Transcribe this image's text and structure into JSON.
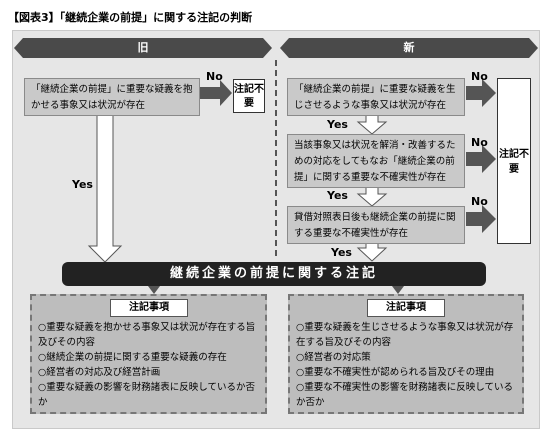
{
  "title": "【図表3】「継続企業の前提」に関する注記の判断",
  "headers": {
    "old": "旧",
    "new": "新"
  },
  "old": {
    "question": "「継続企業の前提」に重要な疑義を抱かせる事象又は状況が存在",
    "no": "No",
    "result": "注記不要",
    "yes": "Yes"
  },
  "new": {
    "q1": "「継続企業の前提」に重要な疑義を生じさせるような事象又は状況が存在",
    "q2": "当該事象又は状況を解消・改善するための対応をしてもなお「継続企業の前提」に関する重要な不確実性が存在",
    "q3": "貸借対照表日後も継続企業の前提に関する重要な不確実性が存在",
    "no": "No",
    "yes": "Yes",
    "result": "注記不要"
  },
  "banner": "継続企業の前提に関する注記",
  "notes_old": {
    "heading": "注記事項",
    "items": [
      "○重要な疑義を抱かせる事象又は状況が存在する旨及びその内容",
      "○継続企業の前提に関する重要な疑義の存在",
      "○経営者の対応及び経営計画",
      "○重要な疑義の影響を財務諸表に反映しているか否か"
    ]
  },
  "notes_new": {
    "heading": "注記事項",
    "items": [
      "○重要な疑義を生じさせるような事象又は状況が存在する旨及びその内容",
      "○経営者の対応策",
      "○重要な不確実性が認められる旨及びその理由",
      "○重要な不確実性の影響を財務諸表に反映しているか否か"
    ]
  }
}
